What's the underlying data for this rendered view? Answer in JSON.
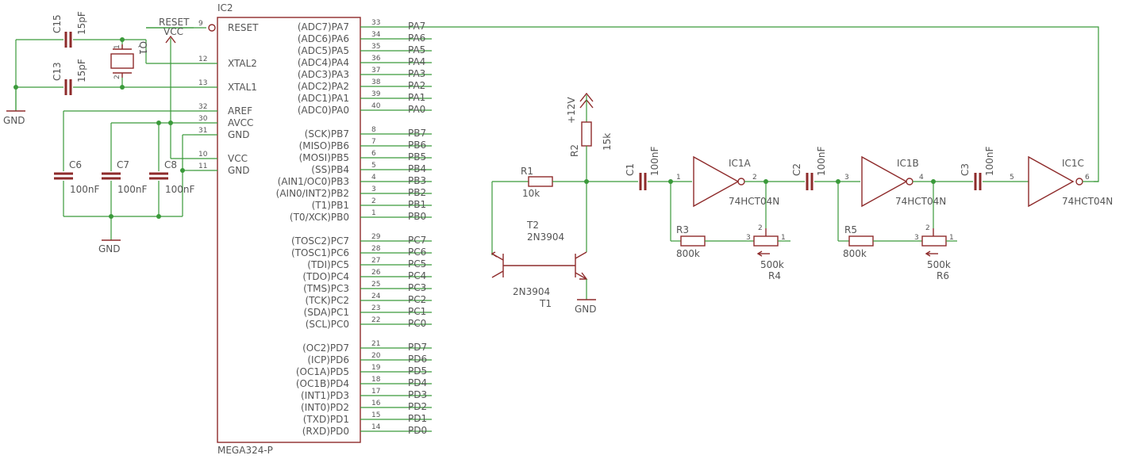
{
  "mcu": {
    "ref": "IC2",
    "value": "MEGA324-P",
    "left_pins": [
      {
        "num": "9",
        "name": "RESET",
        "net": "RESET"
      },
      {
        "num": "12",
        "name": "XTAL2",
        "net": ""
      },
      {
        "num": "13",
        "name": "XTAL1",
        "net": ""
      },
      {
        "num": "32",
        "name": "AREF",
        "net": ""
      },
      {
        "num": "30",
        "name": "AVCC",
        "net": ""
      },
      {
        "num": "31",
        "name": "GND",
        "net": ""
      },
      {
        "num": "10",
        "name": "VCC",
        "net": ""
      },
      {
        "num": "11",
        "name": "GND",
        "net": ""
      }
    ],
    "right_groups": [
      [
        {
          "num": "33",
          "name": "(ADC7)PA7",
          "net": "PA7"
        },
        {
          "num": "34",
          "name": "(ADC6)PA6",
          "net": "PA6"
        },
        {
          "num": "35",
          "name": "(ADC5)PA5",
          "net": "PA5"
        },
        {
          "num": "36",
          "name": "(ADC4)PA4",
          "net": "PA4"
        },
        {
          "num": "37",
          "name": "(ADC3)PA3",
          "net": "PA3"
        },
        {
          "num": "38",
          "name": "(ADC2)PA2",
          "net": "PA2"
        },
        {
          "num": "39",
          "name": "(ADC1)PA1",
          "net": "PA1"
        },
        {
          "num": "40",
          "name": "(ADC0)PA0",
          "net": "PA0"
        }
      ],
      [
        {
          "num": "8",
          "name": "(SCK)PB7",
          "net": "PB7"
        },
        {
          "num": "7",
          "name": "(MISO)PB6",
          "net": "PB6"
        },
        {
          "num": "6",
          "name": "(MOSI)PB5",
          "net": "PB5"
        },
        {
          "num": "5",
          "name": "(SS)PB4",
          "net": "PB4"
        },
        {
          "num": "4",
          "name": "(AIN1/OC0)PB3",
          "net": "PB3"
        },
        {
          "num": "3",
          "name": "(AIN0/INT2)PB2",
          "net": "PB2"
        },
        {
          "num": "2",
          "name": "(T1)PB1",
          "net": "PB1"
        },
        {
          "num": "1",
          "name": "(T0/XCK)PB0",
          "net": "PB0"
        }
      ],
      [
        {
          "num": "29",
          "name": "(TOSC2)PC7",
          "net": "PC7"
        },
        {
          "num": "28",
          "name": "(TOSC1)PC6",
          "net": "PC6"
        },
        {
          "num": "27",
          "name": "(TDI)PC5",
          "net": "PC5"
        },
        {
          "num": "26",
          "name": "(TDO)PC4",
          "net": "PC4"
        },
        {
          "num": "25",
          "name": "(TMS)PC3",
          "net": "PC3"
        },
        {
          "num": "24",
          "name": "(TCK)PC2",
          "net": "PC2"
        },
        {
          "num": "23",
          "name": "(SDA)PC1",
          "net": "PC1"
        },
        {
          "num": "22",
          "name": "(SCL)PC0",
          "net": "PC0"
        }
      ],
      [
        {
          "num": "21",
          "name": "(OC2)PD7",
          "net": "PD7"
        },
        {
          "num": "20",
          "name": "(ICP)PD6",
          "net": "PD6"
        },
        {
          "num": "19",
          "name": "(OC1A)PD5",
          "net": "PD5"
        },
        {
          "num": "18",
          "name": "(OC1B)PD4",
          "net": "PD4"
        },
        {
          "num": "17",
          "name": "(INT1)PD3",
          "net": "PD3"
        },
        {
          "num": "16",
          "name": "(INT0)PD2",
          "net": "PD2"
        },
        {
          "num": "15",
          "name": "(TXD)PD1",
          "net": "PD1"
        },
        {
          "num": "14",
          "name": "(RXD)PD0",
          "net": "PD0"
        }
      ]
    ]
  },
  "crystal": {
    "c15": {
      "ref": "C15",
      "value": "15pF"
    },
    "c13": {
      "ref": "C13",
      "value": "15pF"
    },
    "q1": {
      "ref": "Q1",
      "pin1": "1",
      "pin2": "2"
    },
    "vcc_label": "VCC",
    "gnd_label": "GND"
  },
  "decoupling": {
    "c6": {
      "ref": "C6",
      "value": "100nF"
    },
    "c7": {
      "ref": "C7",
      "value": "100nF"
    },
    "c8": {
      "ref": "C8",
      "value": "100nF"
    },
    "gnd_label": "GND"
  },
  "amp": {
    "supply_label": "+12V",
    "r2": {
      "ref": "R2",
      "value": "15k"
    },
    "r1": {
      "ref": "R1",
      "value": "10k"
    },
    "t2": {
      "ref": "T2",
      "value": "2N3904"
    },
    "t1": {
      "ref": "T1",
      "value": "2N3904"
    },
    "gnd_label": "GND",
    "c1": {
      "ref": "C1",
      "value": "100nF"
    },
    "c2": {
      "ref": "C2",
      "value": "100nF"
    },
    "c3": {
      "ref": "C3",
      "value": "100nF"
    },
    "r3": {
      "ref": "R3",
      "value": "800k"
    },
    "r5": {
      "ref": "R5",
      "value": "800k"
    },
    "r4": {
      "ref": "R4",
      "value": "500k"
    },
    "r6": {
      "ref": "R6",
      "value": "500k"
    },
    "ic1a": {
      "ref": "IC1A",
      "value": "74HCT04N",
      "in": "1",
      "out": "2"
    },
    "ic1b": {
      "ref": "IC1B",
      "value": "74HCT04N",
      "in": "3",
      "out": "4"
    },
    "ic1c": {
      "ref": "IC1C",
      "value": "74HCT04N",
      "in": "5",
      "out": "6"
    },
    "pot_pins": {
      "p1": "1",
      "p2": "2",
      "p3": "3"
    }
  }
}
